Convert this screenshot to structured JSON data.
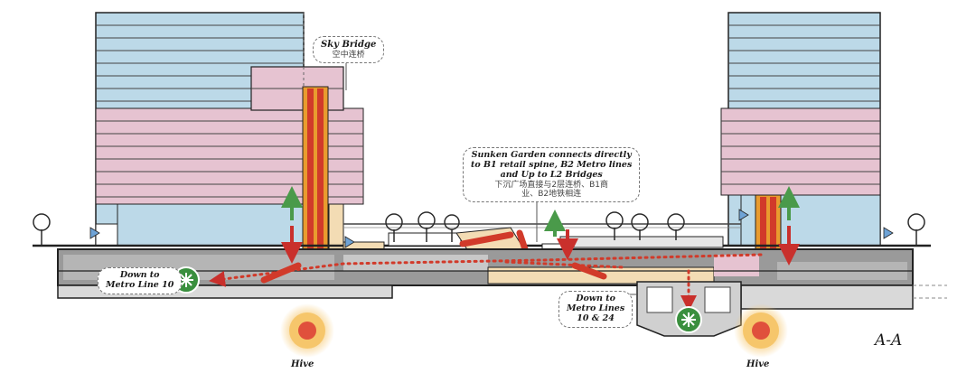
{
  "section_title": "A-A",
  "labels": {
    "sky_bridge": {
      "en": "Sky Bridge",
      "cn": "空中连桥"
    },
    "sunken_garden": {
      "en_lines": [
        "Sunken Garden connects directly",
        "to B1 retail spine, B2 Metro lines",
        "and Up to L2 Bridges"
      ],
      "cn_lines": [
        "下沉广场直接与2层连桥、B1商",
        "业、B2地铁相连"
      ]
    },
    "down_metro_10": {
      "en_lines": [
        "Down to",
        "Metro Line 10"
      ]
    },
    "down_metro_10_24": {
      "en_lines": [
        "Down to",
        "Metro Lines",
        "10 & 24"
      ]
    },
    "hive_left": "Hive",
    "hive_right": "Hive"
  },
  "colors": {
    "tower_blue": "#bcd9e8",
    "podium_pink": "#e6c3d1",
    "basement_gray": "#9a9a9a",
    "retail_tan": "#f3dcb4",
    "circulation_red": "#d13a2a",
    "core_orange": "#e99b2f",
    "metro_green": "#3a8f3e",
    "up_arrow_green": "#4a9a4a",
    "down_arrow_red": "#c9302c",
    "hive_outer": "#f6c66b",
    "hive_inner": "#e0503c"
  },
  "icons": {
    "metro_left": "metro-logo-icon",
    "metro_right": "metro-logo-icon",
    "tree": "tree-icon",
    "entry_triangle": "entry-triangle-icon"
  }
}
